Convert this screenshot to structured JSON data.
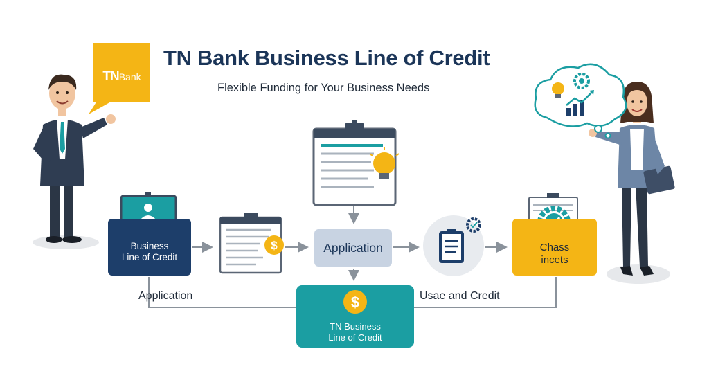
{
  "header": {
    "title": "TN Bank Business Line of Credit",
    "subtitle": "Flexible Funding for Your Business Needs"
  },
  "logo": {
    "main": "TN",
    "suffix": "Bank"
  },
  "nodes": {
    "business_loc": {
      "line1": "Business",
      "line2": "Line of Credit"
    },
    "application": {
      "label": "Application"
    },
    "chass": {
      "line1": "Chass",
      "line2": "incets"
    },
    "tn_business_loc": {
      "line1": "TN Business",
      "line2": "Line of Credit"
    }
  },
  "labels": {
    "application": "Application",
    "usage_credit": "Usae and Credit"
  },
  "colors": {
    "navy": "#1d3e6a",
    "title": "#1b3558",
    "teal": "#1b9ea2",
    "gold": "#f4b515",
    "light_blue": "#c8d3e2",
    "arrow": "#8a929b"
  },
  "icons": [
    "user-card-icon",
    "document-dollar-icon",
    "clipboard-lightbulb-icon",
    "clipboard-gear-icon",
    "dollar-coin-icon",
    "gear-check-icon",
    "idea-cloud-icon"
  ]
}
